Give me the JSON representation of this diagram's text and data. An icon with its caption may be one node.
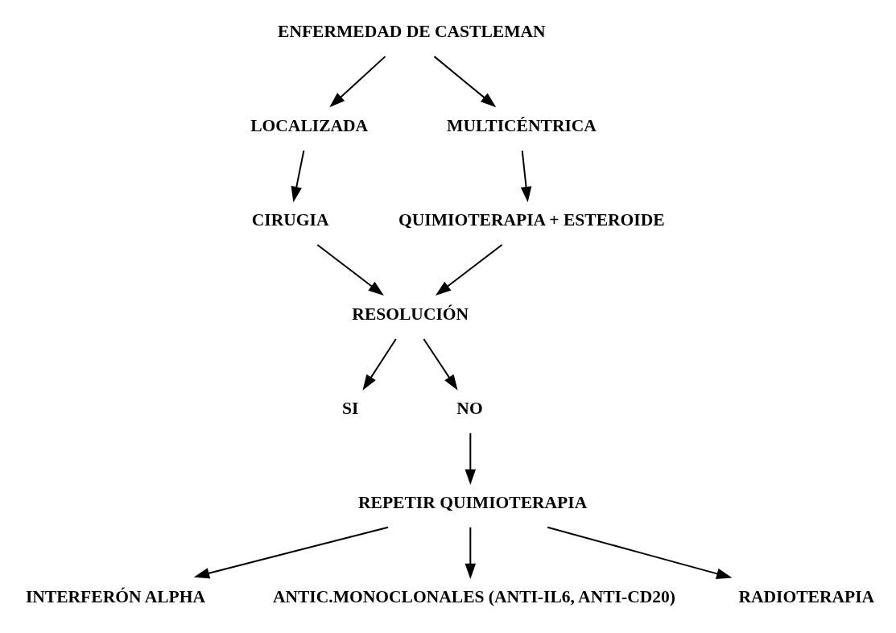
{
  "diagram": {
    "nodes": [
      {
        "text": [
          "ENFERMEDAD DE CASTLEMAN"
        ]
      },
      {
        "text": [
          "LOCALIZADA"
        ]
      },
      {
        "text": [
          "MULTICÉNTRICA"
        ]
      },
      {
        "text": [
          "CIRUGIA"
        ]
      },
      {
        "text": [
          "QUIMIOTERAPIA + ESTEROIDE"
        ]
      },
      {
        "text": [
          "RESOLUCIÓN"
        ]
      },
      {
        "text": [
          "SI"
        ]
      },
      {
        "text": [
          "NO"
        ]
      },
      {
        "text": [
          "REPETIR QUIMIOTERAPIA"
        ]
      },
      {
        "text": [
          "INTERFERÓN ALPHA"
        ]
      },
      {
        "text": [
          "ANTIC.MONOCLONALES (ANTI-IL6, ANTI-CD20)"
        ]
      },
      {
        "text": [
          "RADIOTERAPIA"
        ]
      }
    ],
    "edges": [
      {
        "from": 0,
        "to": 1,
        "arrow": "to"
      },
      {
        "from": 0,
        "to": 2,
        "arrow": "to"
      },
      {
        "from": 1,
        "to": 3,
        "arrow": "to"
      },
      {
        "from": 2,
        "to": 4,
        "arrow": "to"
      },
      {
        "from": 3,
        "to": 5,
        "arrow": "to"
      },
      {
        "from": 4,
        "to": 5,
        "arrow": "to"
      },
      {
        "from": 5,
        "to": 6,
        "arrow": "to"
      },
      {
        "from": 5,
        "to": 7,
        "arrow": "to"
      },
      {
        "from": 7,
        "to": 8,
        "arrow": "to"
      },
      {
        "from": 8,
        "to": 9,
        "arrow": "to"
      },
      {
        "from": 8,
        "to": 10,
        "arrow": "to"
      },
      {
        "from": 8,
        "to": 11,
        "arrow": "to"
      }
    ]
  }
}
